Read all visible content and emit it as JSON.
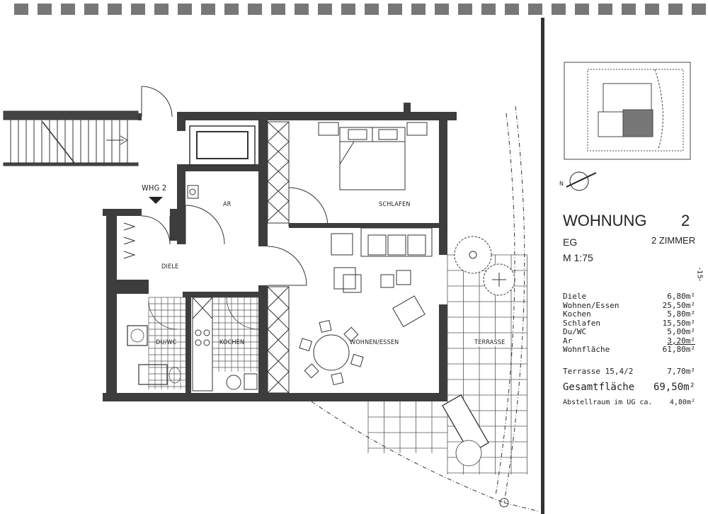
{
  "plan": {
    "unit_label": "WHG 2",
    "rooms": {
      "ar": "AR",
      "schlafen": "SCHLAFEN",
      "diele": "DIELE",
      "duwc": "DU/WC",
      "kochen": "KOCHEN",
      "wohnen": "WOHNEN/ESSEN",
      "terrasse": "TERRASSE"
    }
  },
  "legend": {
    "title": "WOHNUNG",
    "number": "2",
    "floor": "EG",
    "rooms_count": "2 ZIMMER",
    "scale": "M  1:75",
    "areas": [
      {
        "name": "Diele",
        "value": "6,80m²"
      },
      {
        "name": "Wohnen/Essen",
        "value": "25,50m²"
      },
      {
        "name": "Kochen",
        "value": "5,80m²"
      },
      {
        "name": "Schlafen",
        "value": "15,50m²"
      },
      {
        "name": "Du/WC",
        "value": "5,00m²"
      },
      {
        "name": "Ar",
        "value": "3,20m²"
      },
      {
        "name": "Wohnfläche",
        "value": "61,80m²"
      }
    ],
    "terrace": {
      "name": "Terrasse  15,4/2",
      "value": "7,70m²"
    },
    "total": {
      "name": "Gesamtfläche",
      "value": "69,50m²"
    },
    "storage": {
      "name": "Abstellraum im UG ca.",
      "value": "4,80m²"
    }
  },
  "page_number": "-15-",
  "colors": {
    "ink": "#2a2a2a",
    "wall": "#3a3a3a",
    "hatch": "#8a8a8a"
  }
}
